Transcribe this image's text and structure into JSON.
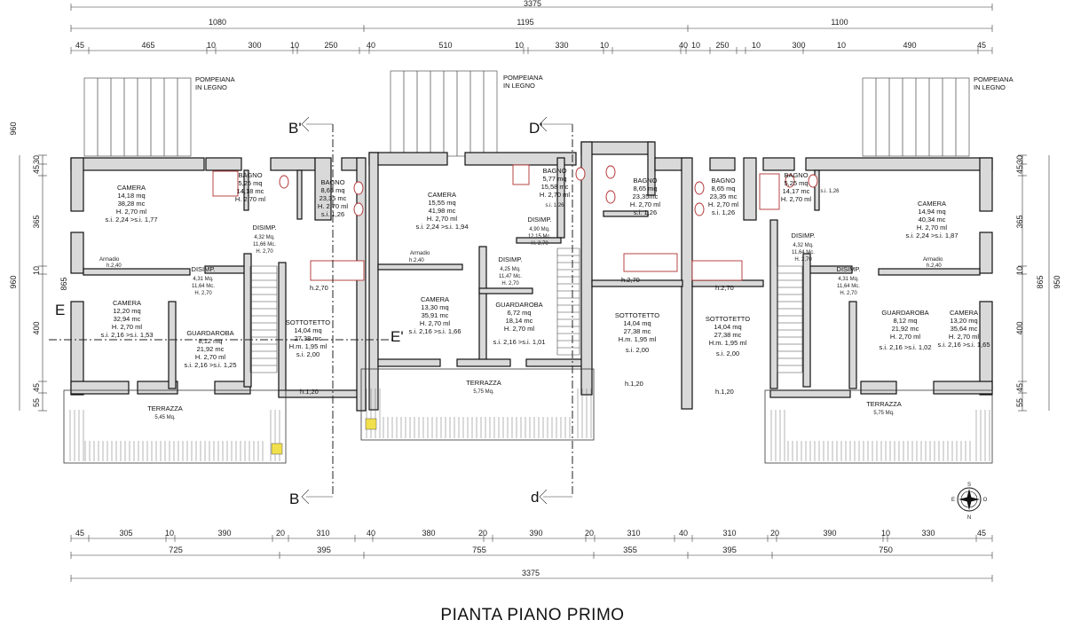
{
  "title": "PIANTA PIANO PRIMO",
  "dimensions": {
    "total": "3375",
    "top_sections": [
      "1080",
      "1195",
      "1100"
    ],
    "top_detail": [
      "45",
      "465",
      "10",
      "300",
      "10",
      "250",
      "40",
      "510",
      "10",
      "330",
      "10",
      "40",
      "10",
      "250",
      "10",
      "300",
      "10",
      "490",
      "45"
    ],
    "bottom_detail": [
      "45",
      "305",
      "10",
      "390",
      "20",
      "310",
      "40",
      "380",
      "20",
      "390",
      "20",
      "310",
      "40",
      "310",
      "20",
      "390",
      "10",
      "330",
      "45"
    ],
    "bottom_sections": [
      "725",
      "395",
      "755",
      "355",
      "395",
      "750"
    ],
    "left_side": [
      "30",
      "45",
      "365",
      "10",
      "400",
      "45",
      "55"
    ],
    "left_total": [
      "960",
      "865"
    ],
    "right_side": [
      "30",
      "45",
      "365",
      "10",
      "400",
      "45",
      "55"
    ],
    "right_total": [
      "865",
      "950"
    ]
  },
  "sections": {
    "b_top": "B'",
    "d_top": "D'",
    "b_bottom": "B",
    "d_bottom": "d",
    "e_left": "E",
    "e_right": "E'"
  },
  "pergola_label": [
    "POMPEIANA",
    "IN LEGNO"
  ],
  "heights": [
    "h.2,70",
    "h.2,70",
    "h.2,70",
    "h.1,20",
    "h.1,20",
    "h.1,20",
    "h.2,40",
    "h.2,40",
    "h.2,40"
  ],
  "armadio": [
    "Armadio",
    "Armadio",
    "Armadio"
  ],
  "rooms": [
    {
      "name": "CAMERA",
      "l1": "14,18 mq",
      "l2": "38,28 mc",
      "l3": "H. 2,70 ml",
      "l4": "s.i. 2,24 >s.i. 1,77"
    },
    {
      "name": "BAGNO",
      "l1": "5,25 mq",
      "l2": "14,18 mc",
      "l3": "H. 2,70 ml",
      "l4": ""
    },
    {
      "name": "BAGNO",
      "l1": "8,65 mq",
      "l2": "23,35 mc",
      "l3": "H. 2,70 ml",
      "l4": "s.i. 1,26"
    },
    {
      "name": "DISIMP.",
      "l1": "4,32 Mq.",
      "l2": "11,66 Mc.",
      "l3": "H. 2,70",
      "l4": ""
    },
    {
      "name": "DISIMP.",
      "l1": "4,31 Mq.",
      "l2": "11,64 Mc.",
      "l3": "H. 2,70",
      "l4": ""
    },
    {
      "name": "CAMERA",
      "l1": "12,20 mq",
      "l2": "32,94 mc",
      "l3": "H. 2,70 ml",
      "l4": "s.i. 2,16 >s.i. 1,53"
    },
    {
      "name": "GUARDAROBA",
      "l1": "8,12 mq",
      "l2": "21,92 mc",
      "l3": "H. 2,70 ml",
      "l4": "s.i. 2,16 >s.i. 1,25"
    },
    {
      "name": "SOTTOTETTO",
      "l1": "14,04 mq",
      "l2": "27,38 mc",
      "l3": "H.m. 1,95 ml",
      "l4": "s.i. 2,00"
    },
    {
      "name": "TERRAZZA",
      "l1": "5,45 Mq.",
      "l2": "",
      "l3": "",
      "l4": ""
    },
    {
      "name": "CAMERA",
      "l1": "15,55 mq",
      "l2": "41,98 mc",
      "l3": "H. 2,70 ml",
      "l4": "s.i. 2,24 >s.i. 1,94"
    },
    {
      "name": "BAGNO",
      "l1": "5,77 mq",
      "l2": "15,58 mc",
      "l3": "H. 2,70 ml",
      "l4": "s.i. 1,26"
    },
    {
      "name": "BAGNO",
      "l1": "8,65 mq",
      "l2": "23,35mc",
      "l3": "H. 2,70 ml",
      "l4": "s.i. 1,26"
    },
    {
      "name": "DISIMP.",
      "l1": "4,90 Mq.",
      "l2": "12,15 Mc.",
      "l3": "H. 2,70",
      "l4": ""
    },
    {
      "name": "DISIMP.",
      "l1": "4,25 Mq.",
      "l2": "11,47 Mc.",
      "l3": "H. 2,70",
      "l4": ""
    },
    {
      "name": "CAMERA",
      "l1": "13,30 mq",
      "l2": "35,91 mc",
      "l3": "H. 2,70 ml",
      "l4": "s.i. 2,16 >s.i. 1,66"
    },
    {
      "name": "GUARDAROBA",
      "l1": "6,72 mq",
      "l2": "18,14 mc",
      "l3": "H. 2,70 ml",
      "l4": "s.i. 2,16 >s.i. 1,01"
    },
    {
      "name": "TERRAZZA",
      "l1": "5,75 Mq.",
      "l2": "",
      "l3": "",
      "l4": ""
    },
    {
      "name": "SOTTOTETTO",
      "l1": "14,04 mq",
      "l2": "27,38 mc",
      "l3": "H.m. 1,95 ml",
      "l4": "s.i. 2,00"
    },
    {
      "name": "SOTTOTETTO",
      "l1": "14,04 mq",
      "l2": "27,38 mc",
      "l3": "H.m. 1,95 ml",
      "l4": "s.i. 2,00"
    },
    {
      "name": "BAGNO",
      "l1": "8,65 mq",
      "l2": "23,35 mc",
      "l3": "H. 2,70 ml",
      "l4": "s.i. 1,26"
    },
    {
      "name": "BAGNO",
      "l1": "5,25 mq",
      "l2": "14,17 mc",
      "l3": "H. 2,70 ml",
      "l4": "s.i. 1,26"
    },
    {
      "name": "DISIMP.",
      "l1": "4,32 Mq.",
      "l2": "11,64 Mc.",
      "l3": "H. 2,70",
      "l4": ""
    },
    {
      "name": "DISIMP.",
      "l1": "4,31 Mq.",
      "l2": "11,64 Mc.",
      "l3": "H. 2,70",
      "l4": ""
    },
    {
      "name": "CAMERA",
      "l1": "14,94 mq",
      "l2": "40,34 mc",
      "l3": "H. 2,70 ml",
      "l4": "s.i. 2,24 >s.i. 1,87"
    },
    {
      "name": "GUARDAROBA",
      "l1": "8,12 mq",
      "l2": "21,92 mc",
      "l3": "H. 2,70 ml",
      "l4": "s.i. 2,16 >s.i. 1,02"
    },
    {
      "name": "CAMERA",
      "l1": "13,20 mq",
      "l2": "35,64 mc",
      "l3": "H. 2,70 ml",
      "l4": "s.i. 2,16 >s.i. 1,65"
    },
    {
      "name": "TERRAZZA",
      "l1": "5,75 Mq.",
      "l2": "",
      "l3": "",
      "l4": ""
    }
  ],
  "compass": {
    "n": "N",
    "s": "S",
    "e": "E",
    "o": "O"
  }
}
